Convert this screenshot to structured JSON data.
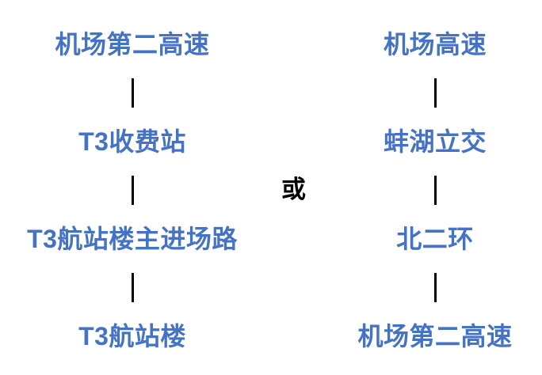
{
  "diagram": {
    "separator_label": "或",
    "colors": {
      "step_text": "#4472C4",
      "connector": "#000000",
      "separator_text": "#000000",
      "background": "#ffffff"
    },
    "routes": [
      {
        "id": "route-left",
        "steps": [
          "机场第二高速",
          "T3收费站",
          "T3航站楼主进场路",
          "T3航站楼"
        ]
      },
      {
        "id": "route-right",
        "steps": [
          "机场高速",
          "蚌湖立交",
          "北二环",
          "机场第二高速"
        ]
      }
    ]
  }
}
